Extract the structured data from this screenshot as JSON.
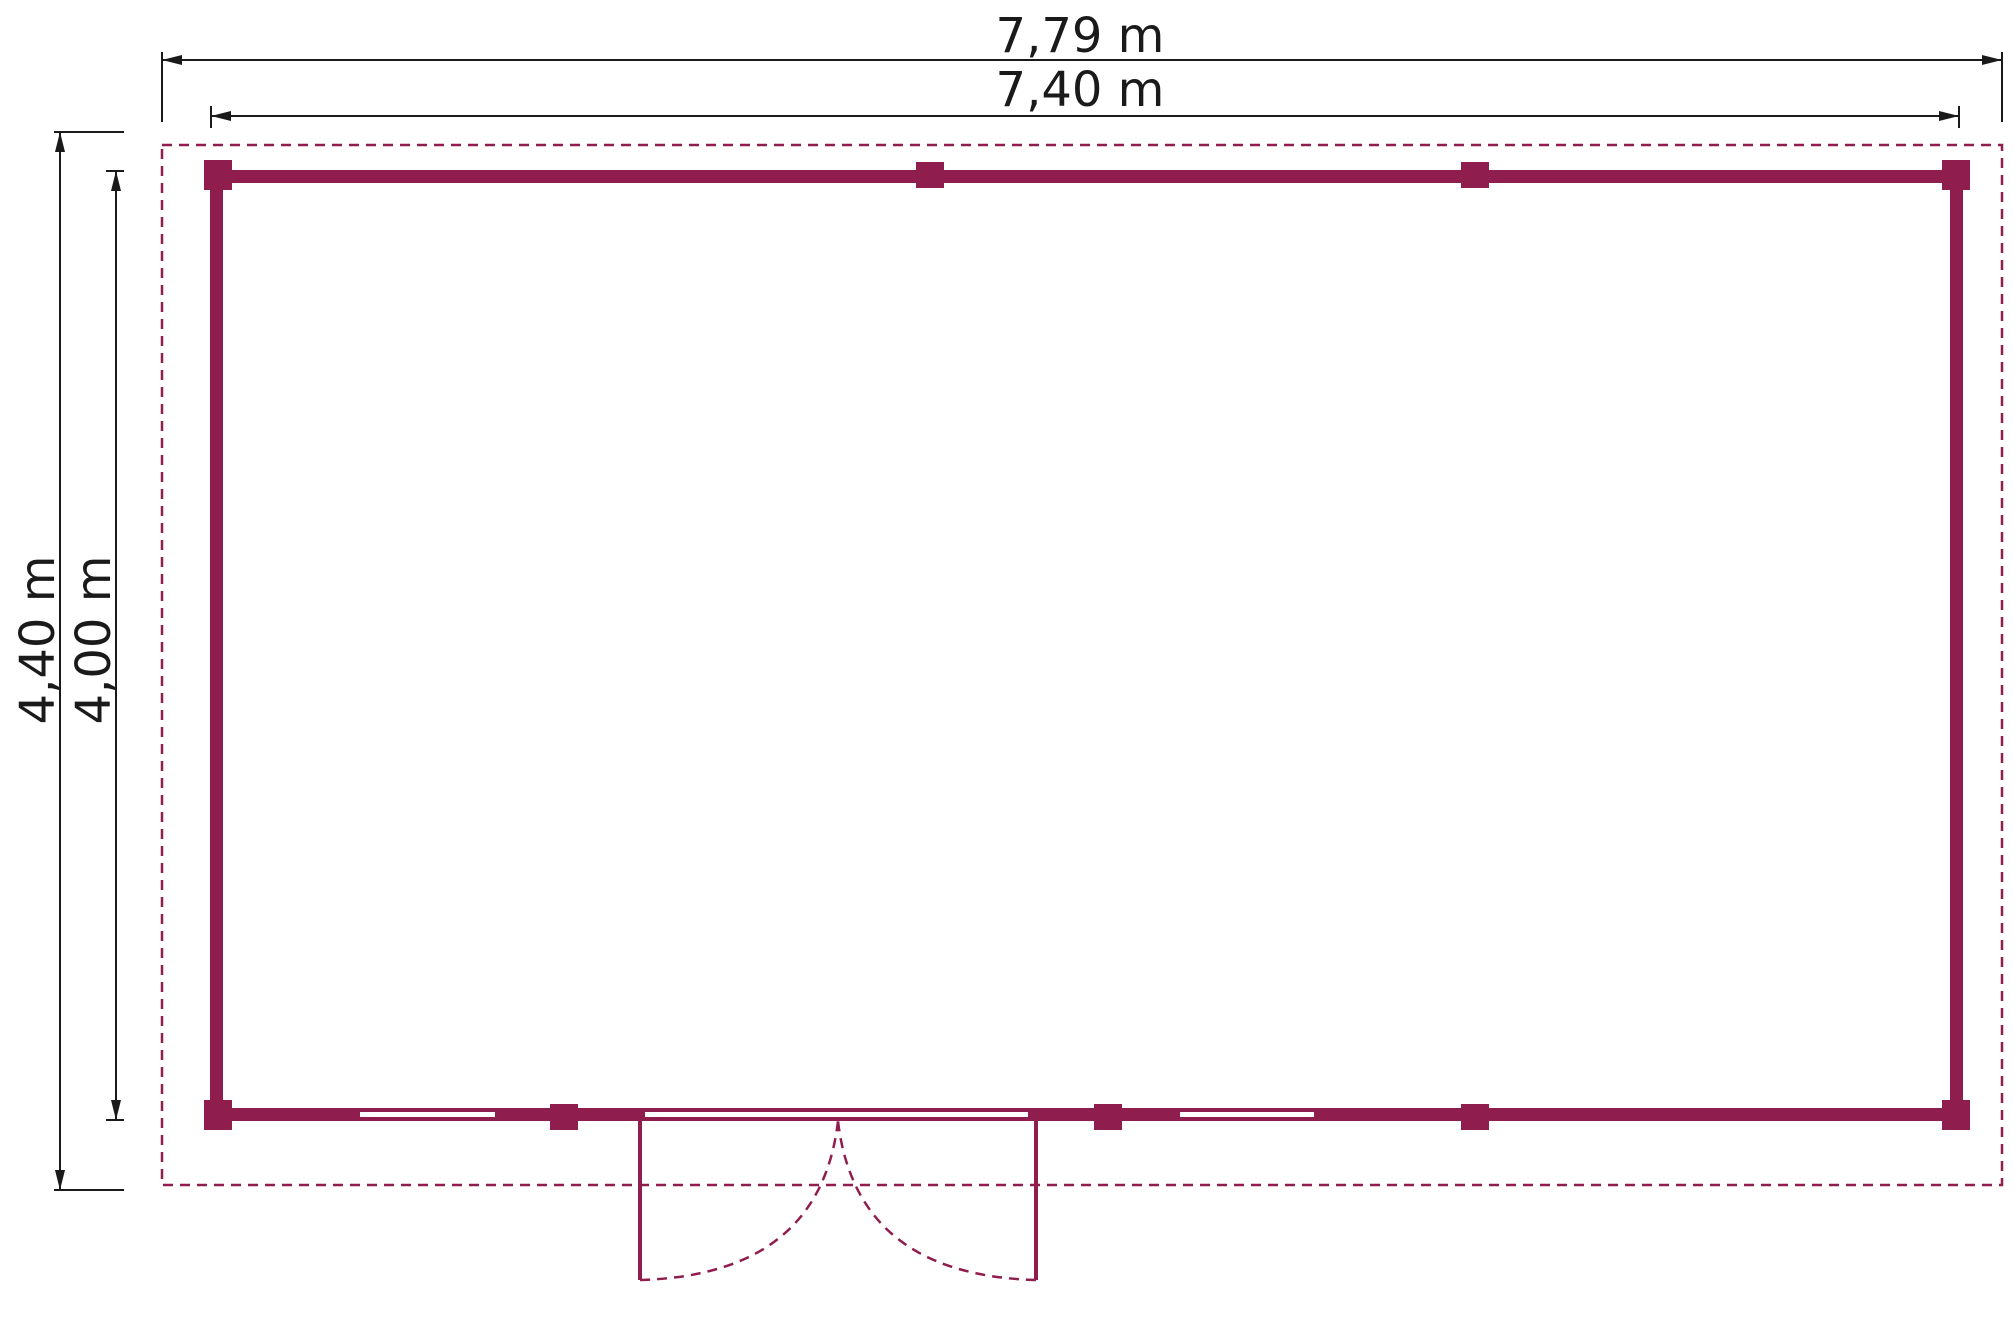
{
  "dimensions": {
    "overall_width": "7,79 m",
    "inner_width": "7,40 m",
    "overall_depth": "4,40 m",
    "inner_depth": "4,00 m"
  },
  "colors": {
    "wall": "#8f1d4e",
    "roof_outline": "#8f1d4e",
    "dimension_line": "#1a1a1a"
  }
}
